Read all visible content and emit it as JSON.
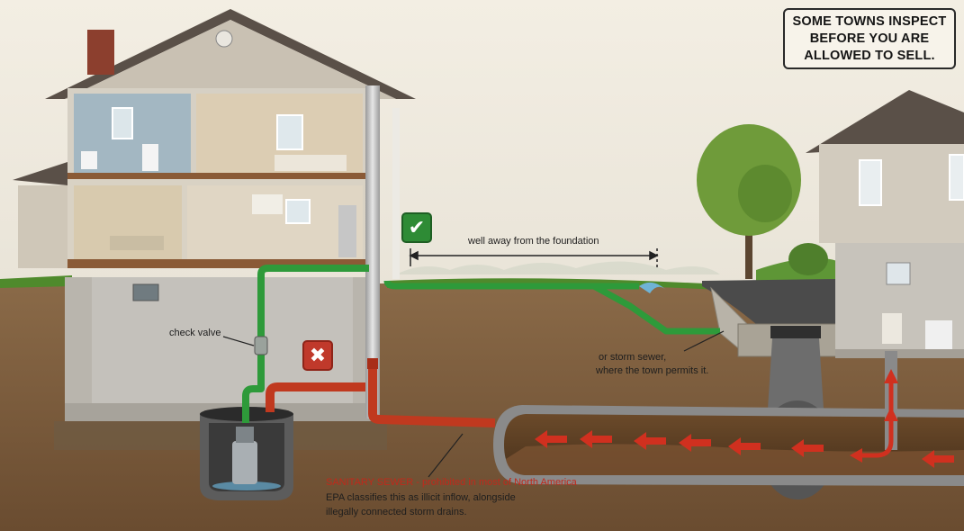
{
  "note": {
    "lines": [
      "SOME TOWNS INSPECT",
      "BEFORE YOU ARE",
      "ALLOWED TO SELL."
    ]
  },
  "labels": {
    "distance": "well away from the foundation",
    "check_valve": "check valve",
    "storm_sewer_line1": "or storm sewer,",
    "storm_sewer_line2": "where the town permits it.",
    "sanitary_title": "SANITARY SEWER",
    "sanitary_sep": " - ",
    "sanitary_note": "prohibited in most of North America",
    "epa_line1": "EPA classifies this as illicit inflow, alongside",
    "epa_line2": "illegally connected storm drains."
  },
  "icons": {
    "ok": "check-icon",
    "bad": "x-icon"
  },
  "colors": {
    "ok_pipe": "#2e9a3a",
    "bad_pipe": "#c0391f",
    "ok_badge": "#2e8b35",
    "bad_badge": "#c0392b",
    "sewer_title": "#c0291b",
    "soil": "#7a5a3c",
    "grass": "#4f8a2c",
    "sky": "#f1ece1"
  }
}
